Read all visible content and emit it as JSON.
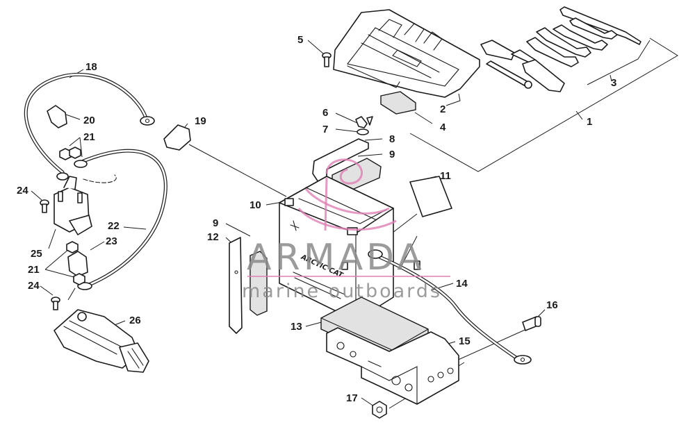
{
  "callouts": [
    {
      "id": "c1",
      "label": "1"
    },
    {
      "id": "c2",
      "label": "2"
    },
    {
      "id": "c3",
      "label": "3"
    },
    {
      "id": "c4",
      "label": "4"
    },
    {
      "id": "c5",
      "label": "5"
    },
    {
      "id": "c6",
      "label": "6"
    },
    {
      "id": "c7",
      "label": "7"
    },
    {
      "id": "c8",
      "label": "8"
    },
    {
      "id": "c9a",
      "label": "9"
    },
    {
      "id": "c9b",
      "label": "9"
    },
    {
      "id": "c10",
      "label": "10"
    },
    {
      "id": "c11",
      "label": "11"
    },
    {
      "id": "c12",
      "label": "12"
    },
    {
      "id": "c13",
      "label": "13"
    },
    {
      "id": "c14",
      "label": "14"
    },
    {
      "id": "c15",
      "label": "15"
    },
    {
      "id": "c16",
      "label": "16"
    },
    {
      "id": "c17",
      "label": "17"
    },
    {
      "id": "c18",
      "label": "18"
    },
    {
      "id": "c19",
      "label": "19"
    },
    {
      "id": "c20",
      "label": "20"
    },
    {
      "id": "c21a",
      "label": "21"
    },
    {
      "id": "c21b",
      "label": "21"
    },
    {
      "id": "c22",
      "label": "22"
    },
    {
      "id": "c23",
      "label": "23"
    },
    {
      "id": "c24a",
      "label": "24"
    },
    {
      "id": "c24b",
      "label": "24"
    },
    {
      "id": "c25",
      "label": "25"
    },
    {
      "id": "c26",
      "label": "26"
    }
  ],
  "battery_print": {
    "brand": "ARCTIC CAT"
  },
  "watermark": {
    "title": "ARMADA",
    "subtitle": "marine outboards",
    "color": "#e07fb4"
  }
}
